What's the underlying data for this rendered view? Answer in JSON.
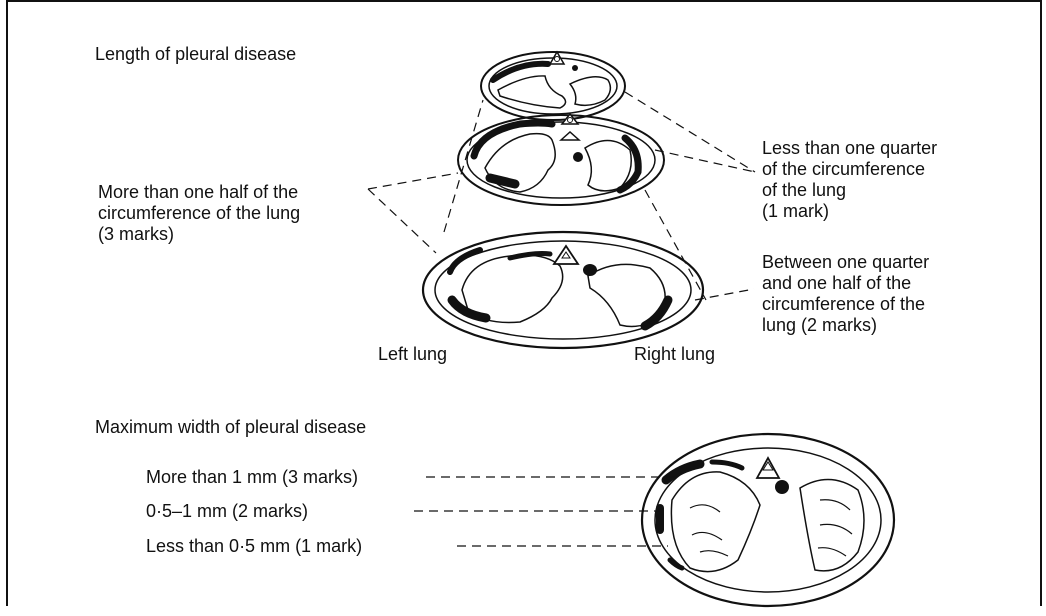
{
  "length_section": {
    "heading": "Length of pleural disease",
    "half_label": [
      "More than one half of the",
      "circumference of the lung",
      "(3 marks)"
    ],
    "quarter_label": [
      "Less than one quarter",
      "of the circumference",
      "of the lung",
      "(1 mark)"
    ],
    "between_label": [
      "Between one quarter",
      "and one half of the",
      "circumference of the",
      "lung (2 marks)"
    ],
    "left_lung": "Left lung",
    "right_lung": "Right lung"
  },
  "width_section": {
    "heading": "Maximum width of pleural disease",
    "levels": [
      "More than 1 mm (3 marks)",
      "0·5–1 mm (2 marks)",
      "Less than 0·5 mm (1 mark)"
    ]
  }
}
